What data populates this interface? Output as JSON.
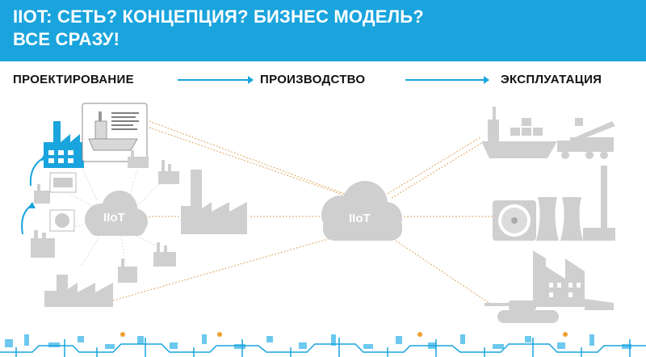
{
  "header": {
    "title_line1": "IIOT: СЕТЬ? КОНЦЕПЦИЯ? БИЗНЕС МОДЕЛЬ?",
    "title_line2": "ВСЕ СРАЗУ!"
  },
  "stages": {
    "design": "ПРОЕКТИРОВАНИЕ",
    "production": "ПРОИЗВОДСТВО",
    "operation": "ЭКСПЛУАТАЦИЯ"
  },
  "clouds": {
    "left_label": "IIoT",
    "center_label": "IIoT"
  },
  "colors": {
    "accent_blue": "#1aa4dd",
    "icon_gray": "#cfcfcf",
    "link_orange": "#e0a560"
  }
}
